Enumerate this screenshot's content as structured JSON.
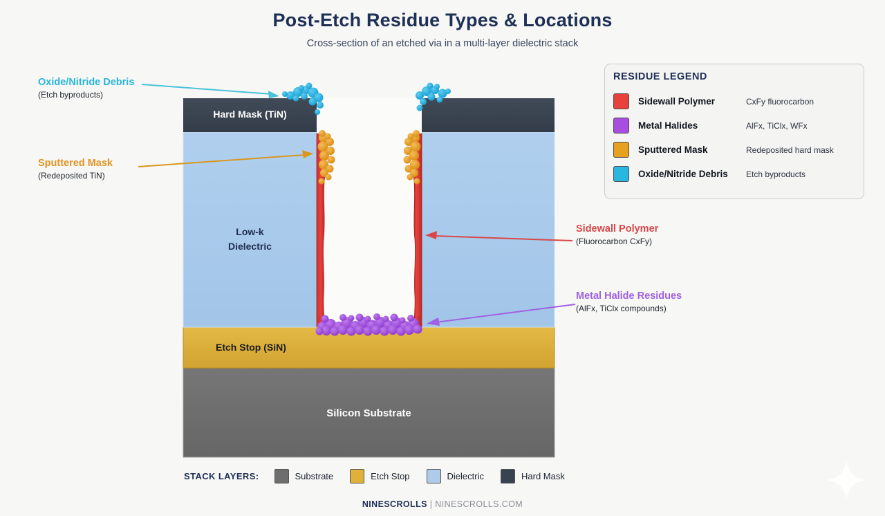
{
  "header": {
    "title": "Post-Etch Residue Types & Locations",
    "subtitle": "Cross-section of an etched via in a multi-layer dielectric stack"
  },
  "colors": {
    "background": "#f7f7f5",
    "title": "#1e3057",
    "hard_mask": "#39434f",
    "dielectric": "#a8c9ea",
    "etch_stop": "#dbad3c",
    "substrate": "#6e6e6e",
    "sidewall_polymer": "#e03a36",
    "metal_halides": "#a84de0",
    "sputtered_mask": "#e8a020",
    "oxide_nitride_debris": "#29a8dc"
  },
  "residue_legend": {
    "title": "RESIDUE LEGEND",
    "items": [
      {
        "name": "Sidewall Polymer",
        "desc": "CxFy fluorocarbon",
        "color": "#e8403c"
      },
      {
        "name": "Metal Halides",
        "desc": "AlFx, TiClx, WFx",
        "color": "#a84de0"
      },
      {
        "name": "Sputtered Mask",
        "desc": "Redeposited hard mask",
        "color": "#e8a020"
      },
      {
        "name": "Oxide/Nitride Debris",
        "desc": "Etch byproducts",
        "color": "#29b6e0"
      }
    ]
  },
  "annotations": [
    {
      "id": "oxide-nitride-debris",
      "title": "Oxide/Nitride Debris",
      "sub": "(Etch byproducts)",
      "color": "#29b6d8"
    },
    {
      "id": "sputtered-mask",
      "title": "Sputtered Mask",
      "sub": "(Redeposited TiN)",
      "color": "#e09423"
    },
    {
      "id": "sidewall-polymer",
      "title": "Sidewall Polymer",
      "sub": "(Fluorocarbon CxFy)",
      "color": "#d8484a"
    },
    {
      "id": "metal-halide-residues",
      "title": "Metal Halide Residues",
      "sub": "(AlFx, TiClx compounds)",
      "color": "#a060e0"
    }
  ],
  "stack": {
    "hard_mask_label": "Hard Mask (TiN)",
    "dielectric_label_line1": "Low-k",
    "dielectric_label_line2": "Dielectric",
    "etch_stop_label": "Etch Stop (SiN)",
    "substrate_label": "Silicon Substrate"
  },
  "stack_legend": {
    "label": "STACK LAYERS:",
    "items": [
      {
        "name": "Substrate",
        "color": "#6e6e6e"
      },
      {
        "name": "Etch Stop",
        "color": "#dfb03a"
      },
      {
        "name": "Dielectric",
        "color": "#aecbeb"
      },
      {
        "name": "Hard Mask",
        "color": "#39434f"
      }
    ]
  },
  "footer": {
    "brand": "NINESCROLLS",
    "separator": " | ",
    "site": "NINESCROLLS.COM"
  }
}
